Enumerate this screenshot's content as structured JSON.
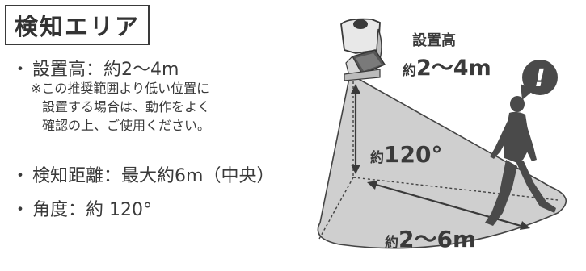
{
  "title": "検知エリア",
  "specs": {
    "height": "設置高：約2〜4m",
    "distance": "検知距離：最大約6m（中央）",
    "angle": "角度：約 120°"
  },
  "bullet": "・",
  "note_lines": [
    "※この推奨範囲より低い位置に",
    "設置する場合は、動作をよく",
    "確認の上、ご使用ください。"
  ],
  "diagram": {
    "height_caption": "設置高",
    "height_prefix": "約",
    "height_value": "2〜4m",
    "angle_prefix": "約",
    "angle_value": "120°",
    "distance_prefix": "約",
    "distance_value": "2〜6m",
    "alert_symbol": "!"
  },
  "colors": {
    "text": "#3a3a3a",
    "zone_fill": "#cfcfcf",
    "silhouette": "#4a4a4a",
    "frame": "#3a3a3a"
  }
}
